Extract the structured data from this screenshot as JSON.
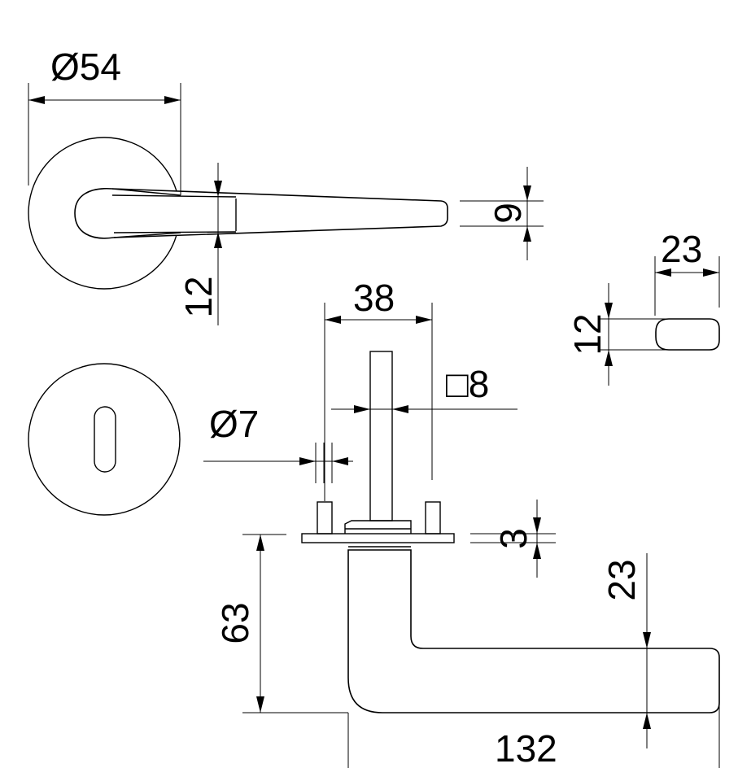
{
  "dimensions": {
    "rose_diameter": "Ø54",
    "lever_thickness_top": "9",
    "rose_neck_width": "12",
    "lever_end_width": "23",
    "lever_end_height": "12",
    "spindle_projection": "38",
    "spindle_square": "□8",
    "fixing_pin": "Ø7",
    "rose_plate_thickness": "3",
    "lever_height": "63",
    "lever_grip_height": "23",
    "lever_length": "132"
  }
}
